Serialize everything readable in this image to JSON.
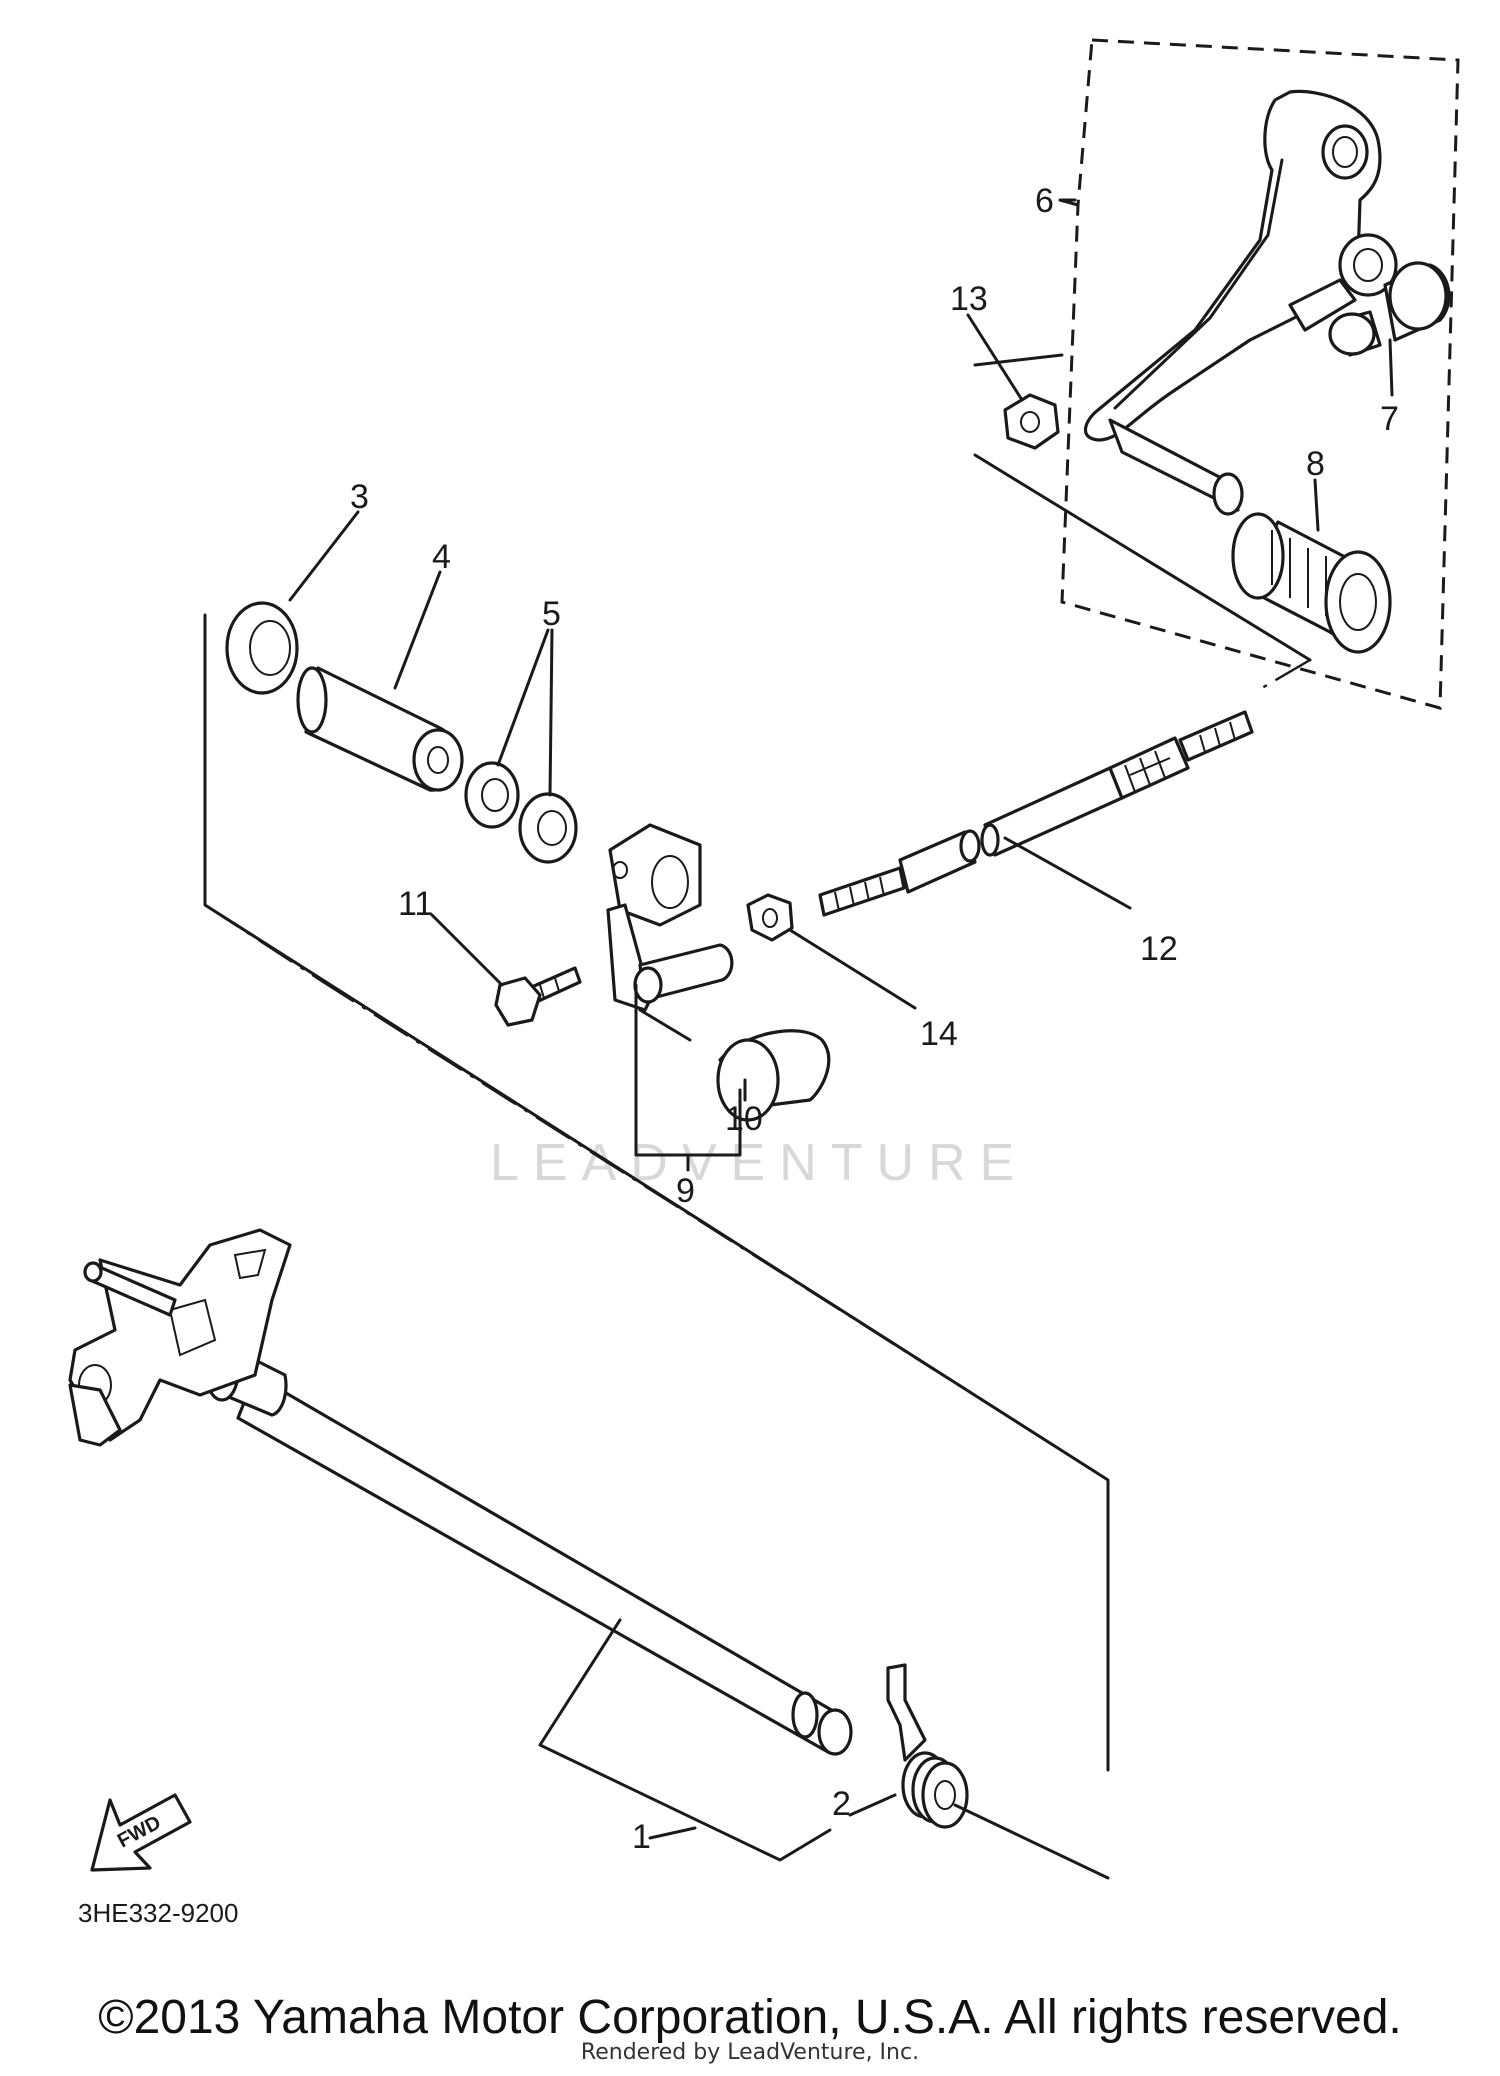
{
  "callouts": {
    "c1": "1",
    "c2": "2",
    "c3": "3",
    "c4": "4",
    "c5": "5",
    "c6": "6",
    "c7": "7",
    "c8": "8",
    "c9": "9",
    "c10": "10",
    "c11": "11",
    "c12": "12",
    "c13": "13",
    "c14": "14"
  },
  "diagram_code": "3HE332-9200",
  "fwd_label": "FWD",
  "watermark": "LEADVENTURE",
  "copyright": "©2013 Yamaha Motor Corporation, U.S.A. All rights reserved.",
  "rendered_by": "Rendered by LeadVenture, Inc."
}
